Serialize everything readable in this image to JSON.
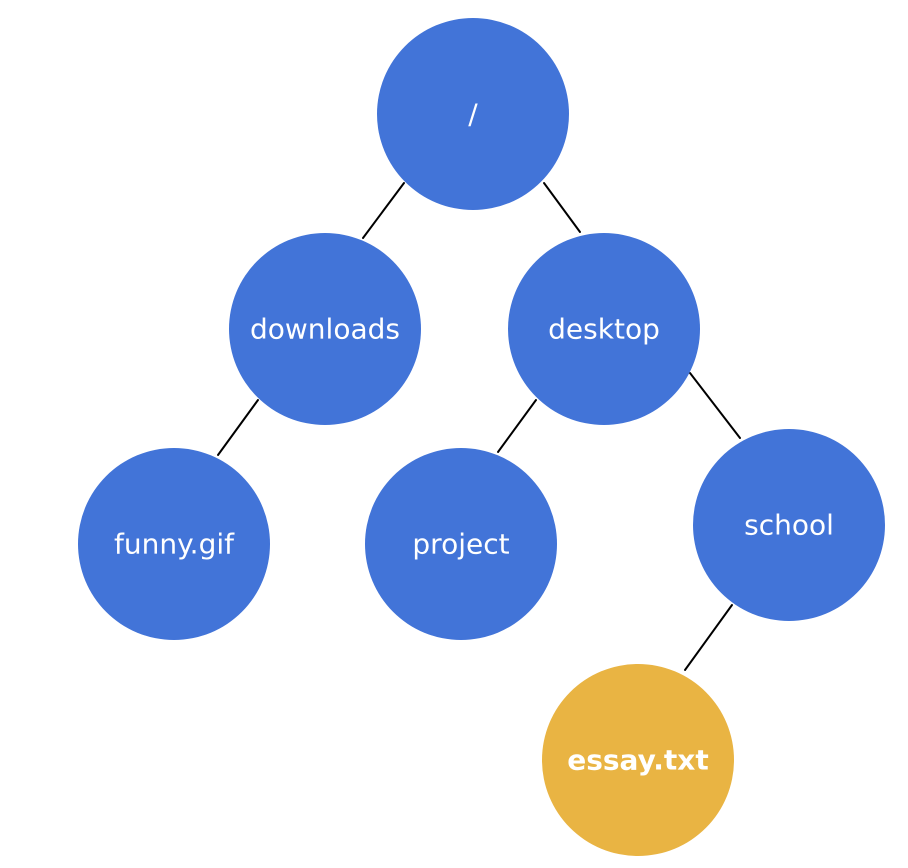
{
  "colors": {
    "folder_node": "#4274D8",
    "highlight_node": "#E9B443",
    "edge": "#000000",
    "label": "#FFFFFF"
  },
  "nodes": [
    {
      "id": "root",
      "label": "/",
      "kind": "folder"
    },
    {
      "id": "downloads",
      "label": "downloads",
      "kind": "folder"
    },
    {
      "id": "desktop",
      "label": "desktop",
      "kind": "folder"
    },
    {
      "id": "funny",
      "label": "funny.gif",
      "kind": "folder"
    },
    {
      "id": "project",
      "label": "project",
      "kind": "folder"
    },
    {
      "id": "school",
      "label": "school",
      "kind": "folder"
    },
    {
      "id": "essay",
      "label": "essay.txt",
      "kind": "highlight"
    }
  ],
  "edges": [
    [
      "root",
      "downloads"
    ],
    [
      "root",
      "desktop"
    ],
    [
      "downloads",
      "funny"
    ],
    [
      "desktop",
      "project"
    ],
    [
      "desktop",
      "school"
    ],
    [
      "school",
      "essay"
    ]
  ]
}
